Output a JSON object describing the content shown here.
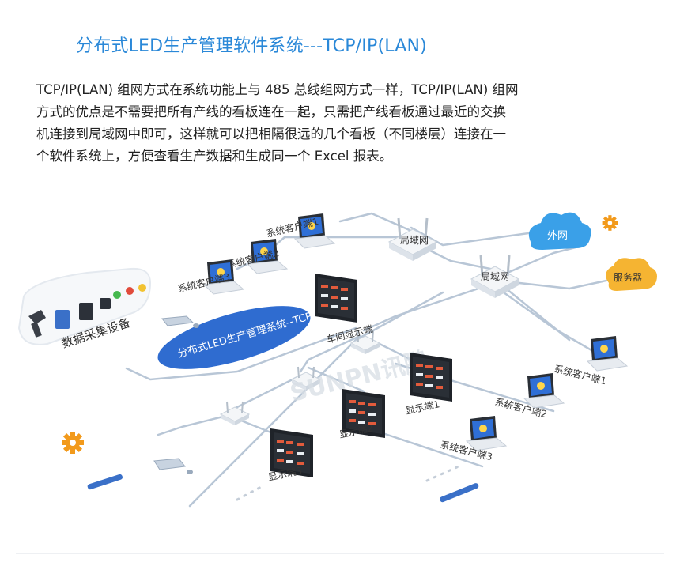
{
  "heading": "分布式LED生产管理软件系统---TCP/IP(LAN)",
  "paragraph": {
    "lines": [
      "TCP/IP(LAN) 组网方式在系统功能上与 485 总线组网方式一样，TCP/IP(LAN) 组网",
      "方式的优点是不需要把所有产线的看板连在一起，只需把产线看板通过最近的交换",
      "机连接到局域网中即可，这样就可以把相隔很远的几个看板（不同楼层）连接在一",
      "个软件系统上，方便查看生产数据和生成同一个 Excel 报表。"
    ]
  },
  "diagram": {
    "center_label": "分布式LED生产管理系统--TCP/IP",
    "data_collection_label": "数据采集设备",
    "lan_label_1": "局域网",
    "lan_label_2": "局域网",
    "internet_label": "外网",
    "server_label": "服务器",
    "workshop_display_label": "车间显示端",
    "watermark": "SUNPN讯鹏",
    "clients_left": [
      "系统客户端1",
      "系统客户端2",
      "系统客户端3"
    ],
    "clients_right": [
      "系统客户端1",
      "系统客户端2",
      "系统客户端3"
    ],
    "displays": [
      "显示端1",
      "显示端2",
      "显示端3"
    ],
    "colors": {
      "line": "#b8c6d6",
      "cloud": "#3aa0e8",
      "server_cloud": "#f5b432",
      "gear": "#f29a1c",
      "monitor": "#1f2329",
      "laptop_screen": "#2f6fd6",
      "ellipse": "#2f6cd0",
      "title": "#2a88d8"
    }
  }
}
